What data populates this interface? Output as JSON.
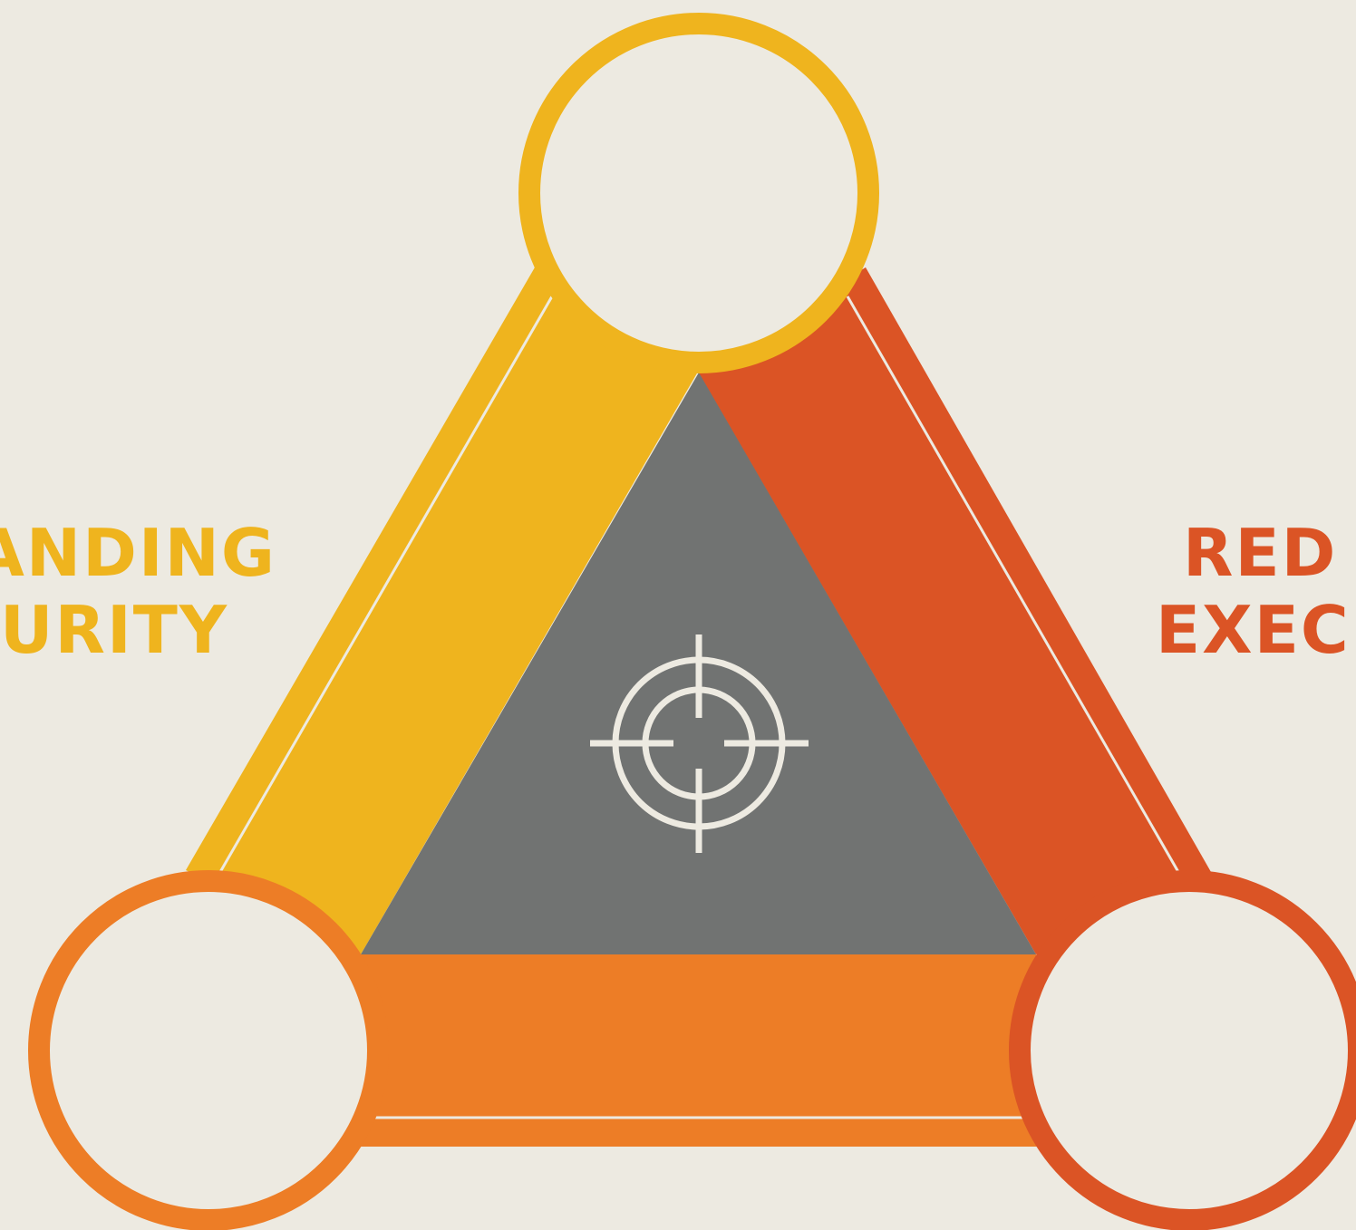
{
  "colors": {
    "background": "#EDEAE1",
    "yellow": "#EFB41E",
    "red_orange": "#DB5425",
    "orange": "#ED7D26",
    "gray": "#717372",
    "circle_fill": "#EDEAE1"
  },
  "labels": {
    "left_line1": "ANDING",
    "left_line2": "CURITY",
    "right_line1": "RED",
    "right_line2": "EXEC"
  },
  "icons": {
    "center": "crosshair-target-icon"
  }
}
